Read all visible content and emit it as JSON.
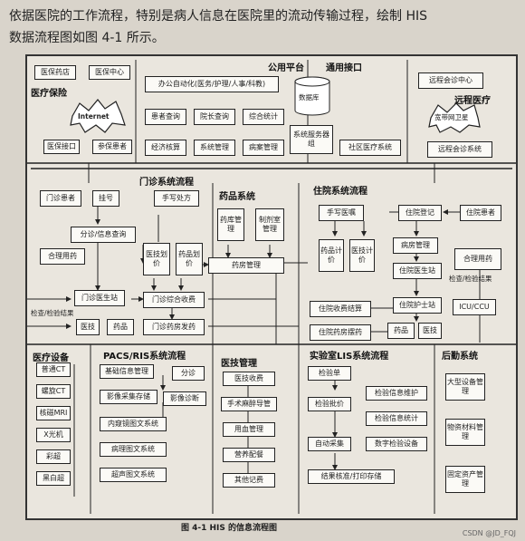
{
  "intro": {
    "line1": "依据医院的工作流程，特别是病人信息在医院里的流动传输过程，绘制 HIS",
    "line2": "数据流程图如图 4-1 所示。"
  },
  "top": {
    "insurance": {
      "title": "医疗保险",
      "pharmacy": "医保药店",
      "center": "医保中心",
      "cloud": "Internet",
      "port": "医保接口",
      "patient": "参保患者"
    },
    "platform": {
      "title": "公用平台",
      "office": "办公自动化(医务/护理/人事/科教)",
      "query": "患者查询",
      "dean": "院长查询",
      "stats": "综合统计",
      "accounting": "经济核算",
      "sysmgmt": "系统管理",
      "records": "病案管理",
      "db": "数据库",
      "server": "系统服务器组"
    },
    "interface": {
      "title": "通用接口",
      "community": "社区医疗系统"
    },
    "remote": {
      "title": "远程医疗",
      "center": "远程会诊中心",
      "cloud": "宽带网卫星",
      "system": "远程会诊系统"
    }
  },
  "outpatient": {
    "title": "门诊系统流程",
    "patient": "门诊患者",
    "register": "挂号",
    "triage": "分诊/信息查询",
    "drug_use": "合理用药",
    "prescription": "手写处方",
    "pricing": "医技划价",
    "drug_price": "药品划价",
    "station": "门诊医生站",
    "billing": "门诊综合收费",
    "tech": "医技",
    "drugs": "药品",
    "dispense": "门诊药房发药",
    "check": "检查/检验结果"
  },
  "pharmacy": {
    "title": "药品系统",
    "store": "药库管理",
    "prep": "制剂室管理",
    "mgmt": "药房管理"
  },
  "inpatient": {
    "title": "住院系统流程",
    "orders": "手写医嘱",
    "drug_price": "药品计价",
    "tech_price": "医技计价",
    "admit": "住院登记",
    "patient": "住院患者",
    "ward": "病房管理",
    "station": "住院医生站",
    "drug_use": "合理用药",
    "check": "检查/检验结果",
    "settle": "住院收费结算",
    "nurse": "住院护士站",
    "icu": "ICU/CCU",
    "dispense": "住院药房摆药",
    "drugs": "药品",
    "tech": "医技"
  },
  "equipment": {
    "title": "医疗设备",
    "items": [
      "普通CT",
      "螺旋CT",
      "核磁MRI",
      "X光机",
      "彩超",
      "黑白超"
    ]
  },
  "pacs": {
    "title": "PACS/RIS系统流程",
    "basic": "基础信息管理",
    "triage": "分诊",
    "capture": "影像采集存储",
    "diagnosis": "影像诊断",
    "endoscope": "内窥镜图文系统",
    "pathology": "病理图文系统",
    "ultrasound": "超声图文系统"
  },
  "tech_mgmt": {
    "title": "医技管理",
    "billing": "医技收费",
    "anesthesia": "手术麻醉导管",
    "blood": "用血管理",
    "nutrition": "营养配餐",
    "other": "其他记费"
  },
  "lis": {
    "title": "实验室LIS系统流程",
    "order": "检验单",
    "price": "检验批价",
    "collect": "自动采集",
    "verify": "结果核准/打印存储",
    "info": "检验信息维护",
    "stats": "检验信息统计",
    "devices": "数字检验设备"
  },
  "logistics": {
    "title": "后勤系统",
    "equip": "大型设备管理",
    "material": "物资材料管理",
    "assets": "固定资产管理"
  },
  "caption": "图 4-1  HIS 的信息流程图",
  "watermark": "CSDN @JD_FQJ"
}
